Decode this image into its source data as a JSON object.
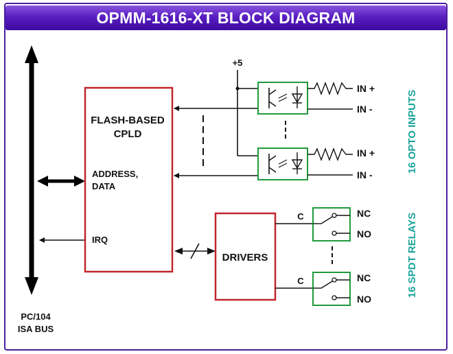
{
  "title": "OPMM-1616-XT BLOCK DIAGRAM",
  "bus": {
    "label_line1": "PC/104",
    "label_line2": "ISA BUS"
  },
  "cpld": {
    "title_line1": "FLASH-BASED",
    "title_line2": "CPLD",
    "address_line1": "ADDRESS,",
    "address_line2": "DATA",
    "irq": "IRQ"
  },
  "drivers": {
    "label": "DRIVERS"
  },
  "power": {
    "label": "+5"
  },
  "inputs": {
    "section_label": "16 OPTO INPUTS",
    "channels": [
      {
        "in_plus": "IN +",
        "in_minus": "IN -"
      },
      {
        "in_plus": "IN +",
        "in_minus": "IN -"
      }
    ]
  },
  "relays": {
    "section_label": "16 SPDT RELAYS",
    "channels": [
      {
        "common": "C",
        "nc": "NC",
        "no": "NO"
      },
      {
        "common": "C",
        "nc": "NC",
        "no": "NO"
      }
    ]
  },
  "colors": {
    "banner": "#5a1fc2",
    "frame": "#4b1ea0",
    "block_border": "#c0252a",
    "opto_border": "#1e9a3c",
    "section_label": "#1aa39a"
  }
}
